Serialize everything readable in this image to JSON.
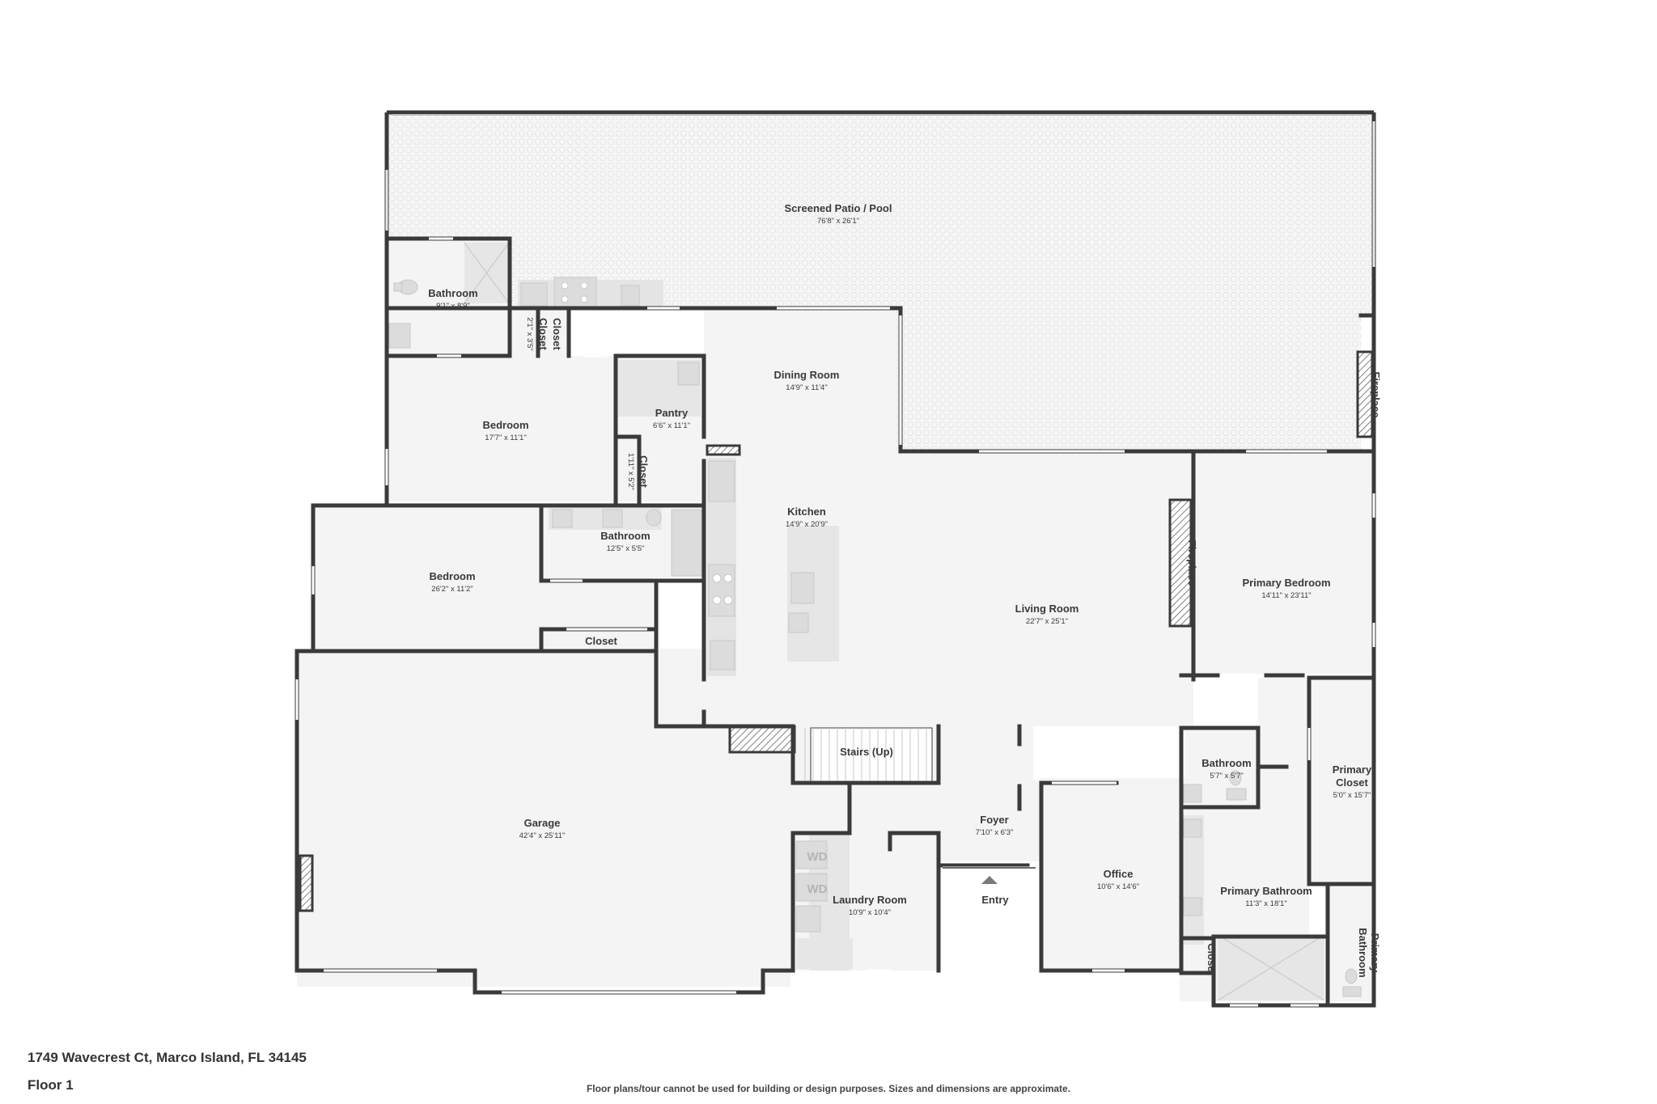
{
  "address": "1749 Wavecrest Ct, Marco Island, FL 34145",
  "floor": "Floor 1",
  "disclaimer": "Floor plans/tour cannot be used for building or design purposes. Sizes and dimensions are approximate.",
  "rooms": {
    "patio": {
      "name": "Screened Patio / Pool",
      "dim": "76'8\" x 26'1\""
    },
    "bathroom_nw": {
      "name": "Bathroom",
      "dim": "9'1\" x 8'9\""
    },
    "closet_a": {
      "name": "Closet",
      "dim": "2'1\" x 3'5\""
    },
    "closet_b": {
      "name": "Closet"
    },
    "dining": {
      "name": "Dining Room",
      "dim": "14'9\" x 11'4\""
    },
    "bedroom_1": {
      "name": "Bedroom",
      "dim": "17'7\" x 11'1\""
    },
    "pantry": {
      "name": "Pantry",
      "dim": "6'6\" x 11'1\""
    },
    "closet_c": {
      "name": "Closet",
      "dim": "1'11\" x 5'2\""
    },
    "kitchen": {
      "name": "Kitchen",
      "dim": "14'9\" x 20'9\""
    },
    "bathroom_mid": {
      "name": "Bathroom",
      "dim": "12'5\" x 5'5\""
    },
    "bedroom_2": {
      "name": "Bedroom",
      "dim": "26'2\" x 11'2\""
    },
    "closet_d": {
      "name": "Closet"
    },
    "living": {
      "name": "Living Room",
      "dim": "22'7\" x 25'1\""
    },
    "fireplace_living": {
      "name": "Fireplace"
    },
    "fireplace_patio": {
      "name": "Fireplace"
    },
    "primary_bedroom": {
      "name": "Primary Bedroom",
      "dim": "14'11\" x 23'11\""
    },
    "stairs": {
      "name": "Stairs (Up)"
    },
    "garage": {
      "name": "Garage",
      "dim": "42'4\" x 25'11\""
    },
    "foyer": {
      "name": "Foyer",
      "dim": "7'10\" x 6'3\""
    },
    "entry": {
      "name": "Entry"
    },
    "laundry": {
      "name": "Laundry Room",
      "dim": "10'9\" x 10'4\""
    },
    "washer_label": "WD",
    "dryer_label": "WD",
    "office": {
      "name": "Office",
      "dim": "10'6\" x 14'6\""
    },
    "bathroom_small": {
      "name": "Bathroom",
      "dim": "5'7\" x 5'7\""
    },
    "primary_closet": {
      "name_l1": "Primary",
      "name_l2": "Closet",
      "dim": "5'0\" x 15'7\""
    },
    "primary_bathroom": {
      "name": "Primary Bathroom",
      "dim": "11'3\" x 18'1\""
    },
    "closet_e": {
      "name": "Closet"
    },
    "primary_bathroom_2": {
      "name_l1": "Primary",
      "name_l2": "Bathroom"
    }
  },
  "colors": {
    "wall": "#3a3a3a",
    "floor": "#f4f4f4",
    "fixture": "#dedede",
    "text": "#3a3a3a"
  }
}
